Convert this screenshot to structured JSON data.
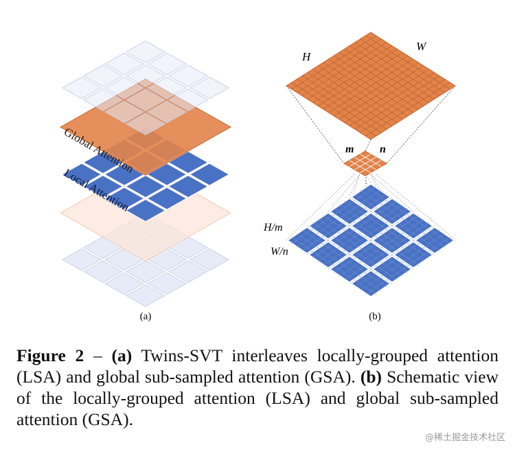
{
  "diagram_a": {
    "global_label": "Global Attention",
    "local_label": "Local Attention",
    "panel_label": "(a)"
  },
  "diagram_b": {
    "h_label": "H",
    "w_label": "W",
    "m_label": "m",
    "n_label": "n",
    "hm_label": "H/m",
    "wn_label": "W/n",
    "panel_label": "(b)"
  },
  "colors": {
    "orange": "#e2834a",
    "orange_dark": "#c9652d",
    "blue": "#4a72c4",
    "blue_dark": "#2d52a6",
    "pale_blue": "#e4e9f6",
    "pale_orange": "#fbe6d9"
  },
  "caption": {
    "figure_label": "Figure 2",
    "dash": " – ",
    "a_label": "(a)",
    "a_text": " Twins-SVT interleaves locally-grouped attention (LSA) and global sub-sampled attention (GSA).",
    "b_label": "(b)",
    "b_text": " Schematic view of the locally-grouped attention (LSA) and global sub-sampled attention (GSA)."
  },
  "watermark": "@稀土掘金技术社区"
}
